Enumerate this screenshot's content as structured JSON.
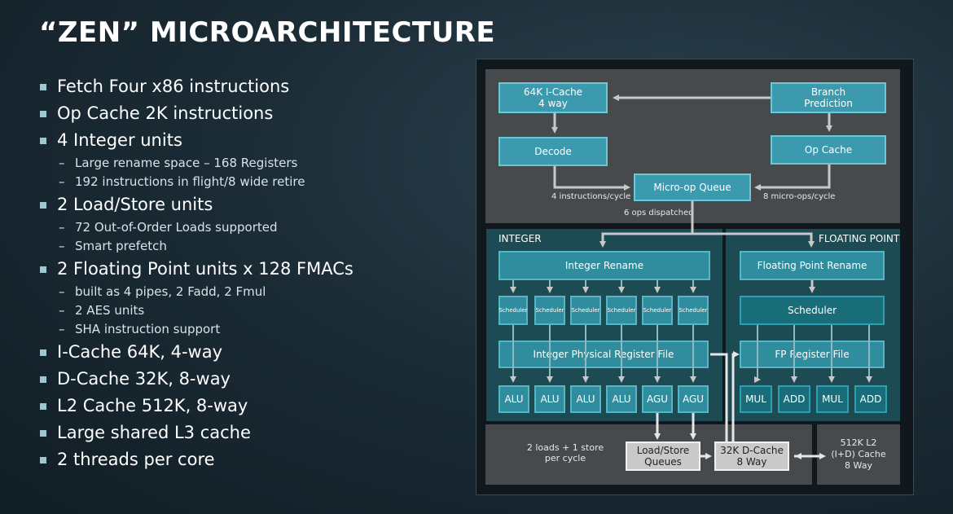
{
  "title": "“ZEN” MICROARCHITECTURE",
  "bullets": [
    {
      "text": "Fetch Four x86 instructions",
      "subs": []
    },
    {
      "text": "Op Cache 2K instructions",
      "subs": []
    },
    {
      "text": "4 Integer units",
      "subs": [
        "Large rename space – 168 Registers",
        "192 instructions in flight/8 wide retire"
      ]
    },
    {
      "text": "2 Load/Store units",
      "subs": [
        "72 Out-of-Order Loads supported",
        "Smart prefetch"
      ]
    },
    {
      "text": "2 Floating Point units x 128 FMACs",
      "subs": [
        "built as 4 pipes, 2 Fadd, 2 Fmul",
        "2 AES units",
        "SHA instruction support"
      ]
    },
    {
      "text": "I-Cache 64K, 4-way",
      "subs": []
    },
    {
      "text": "D-Cache 32K, 8-way",
      "subs": []
    },
    {
      "text": "L2 Cache 512K, 8-way",
      "subs": []
    },
    {
      "text": "Large shared L3 cache",
      "subs": []
    },
    {
      "text": "2 threads per core",
      "subs": []
    }
  ],
  "diagram": {
    "icache": [
      "64K I-Cache",
      "4 way"
    ],
    "branch": [
      "Branch",
      "Prediction"
    ],
    "decode": "Decode",
    "opcache": "Op Cache",
    "uop_queue": "Micro-op Queue",
    "note_left": "4 instructions/cycle",
    "note_right": "8 micro-ops/cycle",
    "note_dispatch": "6 ops dispatched",
    "integer_label": "INTEGER",
    "fp_label": "FLOATING POINT",
    "int_rename": "Integer Rename",
    "scheduler_small": "Scheduler",
    "int_regfile": "Integer Physical Register File",
    "int_units": [
      "ALU",
      "ALU",
      "ALU",
      "ALU",
      "AGU",
      "AGU"
    ],
    "fp_rename": "Floating Point Rename",
    "fp_scheduler": "Scheduler",
    "fp_regfile": "FP Register File",
    "fp_units": [
      "MUL",
      "ADD",
      "MUL",
      "ADD"
    ],
    "loads_note": [
      "2 loads + 1 store",
      "per cycle"
    ],
    "lsq": [
      "Load/Store",
      "Queues"
    ],
    "dcache": [
      "32K D-Cache",
      "8 Way"
    ],
    "l2": [
      "512K L2",
      "(I+D) Cache",
      "8 Way"
    ]
  },
  "colors": {
    "accent_teal": "#3c9aae",
    "dark_teal": "#1d4b54",
    "grey_panel": "#474a4d",
    "bullet_mark": "#9fc6d3"
  }
}
